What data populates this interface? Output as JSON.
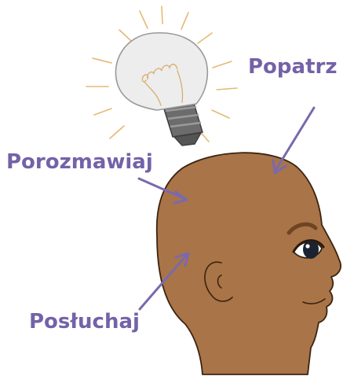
{
  "labels": {
    "look": "Popatrz",
    "talk": "Porozmawiaj",
    "listen": "Posłuchaj"
  },
  "colors": {
    "label": "#7462a8",
    "arrow": "#7a69ad",
    "skin": "#a97447",
    "skin_outline": "#3a2412",
    "eyebrow": "#6e4424",
    "eye_iris": "#1b2330",
    "eye_white": "#ffffff",
    "bulb_glass": "#ededed",
    "bulb_outline": "#9a9a9a",
    "filament": "#d9b176",
    "bulb_base": "#6c6c6c",
    "rays": "#e5b975"
  },
  "icons": {
    "bulb": "lightbulb-icon",
    "head": "head-profile-icon"
  }
}
